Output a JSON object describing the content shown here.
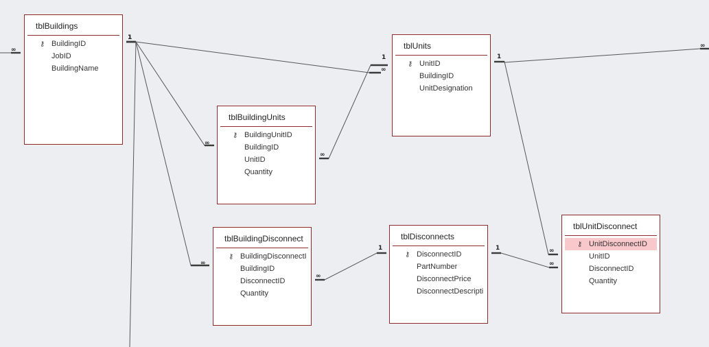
{
  "tables": [
    {
      "id": "tblBuildings",
      "name": "tblBuildings",
      "fields": [
        "BuildingID",
        "JobID",
        "BuildingName"
      ],
      "key_field": 0
    },
    {
      "id": "tblUnits",
      "name": "tblUnits",
      "fields": [
        "UnitID",
        "BuildingID",
        "UnitDesignation"
      ],
      "key_field": 0
    },
    {
      "id": "tblBuildingUnits",
      "name": "tblBuildingUnits",
      "fields": [
        "BuildingUnitID",
        "BuildingID",
        "UnitID",
        "Quantity"
      ],
      "key_field": 0
    },
    {
      "id": "tblBuildingDisconnect",
      "name": "tblBuildingDisconnect",
      "fields": [
        "BuildingDisconnectI",
        "BuildingID",
        "DisconnectID",
        "Quantity"
      ],
      "key_field": 0
    },
    {
      "id": "tblDisconnects",
      "name": "tblDisconnects",
      "fields": [
        "DisconnectID",
        "PartNumber",
        "DisconnectPrice",
        "DisconnectDescripti"
      ],
      "key_field": 0
    },
    {
      "id": "tblUnitDisconnect",
      "name": "tblUnitDisconnect",
      "fields": [
        "UnitDisconnectID",
        "UnitID",
        "DisconnectID",
        "Quantity"
      ],
      "key_field": 0,
      "selected_field": 0
    }
  ],
  "relationships": [
    {
      "from": "tblBuildings",
      "to": "tblUnits",
      "from_mark": "1",
      "to_mark": "1"
    },
    {
      "from": "tblBuildings",
      "to": "tblBuildingUnits",
      "from_mark": "1",
      "to_mark": "∞"
    },
    {
      "from": "tblBuildings",
      "to": "tblBuildingDisconnect",
      "from_mark": "1",
      "to_mark": "∞"
    },
    {
      "from": "tblBuildingUnits",
      "to": "tblUnits",
      "from_mark": "∞",
      "to_mark": "∞"
    },
    {
      "from": "tblUnits",
      "to": "tblUnitDisconnect",
      "from_mark": "1",
      "to_mark": "∞"
    },
    {
      "from": "tblBuildingDisconnect",
      "to": "tblDisconnects",
      "from_mark": "∞",
      "to_mark": "1"
    },
    {
      "from": "tblDisconnects",
      "to": "tblUnitDisconnect",
      "from_mark": "1",
      "to_mark": "∞"
    }
  ],
  "icons": {
    "key": "key-icon"
  },
  "colors": {
    "table_border": "#8f2a2a",
    "selected_row": "#f8c8cb",
    "background": "#eceef1"
  }
}
